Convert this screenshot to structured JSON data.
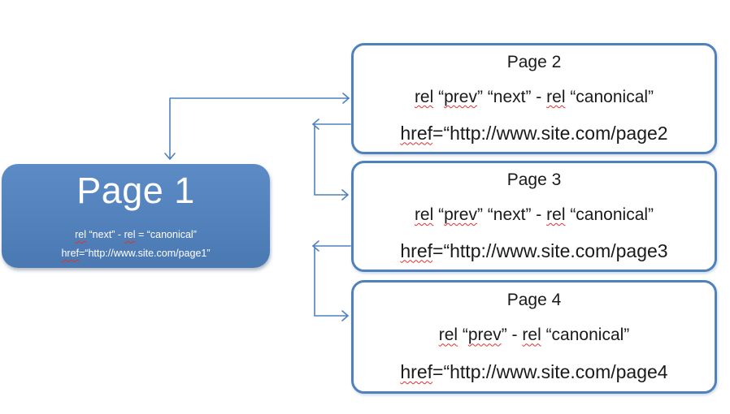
{
  "colors": {
    "accent": "#4f81bd",
    "box_fill_top": "#5c8bc6",
    "box_fill_bottom": "#4a79b2",
    "squiggle": "#e03131",
    "text_dark": "#1a1a1a",
    "text_light": "#ffffff"
  },
  "page1": {
    "title": "Page 1",
    "rel_line": [
      {
        "t": "rel",
        "sq": true
      },
      {
        "t": " “next” - ",
        "sq": false
      },
      {
        "t": "rel",
        "sq": true
      },
      {
        "t": " = “canonical”",
        "sq": false
      }
    ],
    "href_line": [
      {
        "t": "href",
        "sq": true
      },
      {
        "t": "=“http://www.site.com/page1”",
        "sq": false
      }
    ]
  },
  "pages": [
    {
      "title": "Page 2",
      "rel_line": [
        {
          "t": "rel",
          "sq": true
        },
        {
          "t": " “",
          "sq": false
        },
        {
          "t": "prev",
          "sq": true
        },
        {
          "t": "” “next” - ",
          "sq": false
        },
        {
          "t": "rel",
          "sq": true
        },
        {
          "t": " “canonical”",
          "sq": false
        }
      ],
      "href_line": [
        {
          "t": "href",
          "sq": true
        },
        {
          "t": "=“http://www.site.com/page2",
          "sq": false
        }
      ]
    },
    {
      "title": "Page 3",
      "rel_line": [
        {
          "t": "rel",
          "sq": true
        },
        {
          "t": " “",
          "sq": false
        },
        {
          "t": "prev",
          "sq": true
        },
        {
          "t": "” “next” - ",
          "sq": false
        },
        {
          "t": "rel",
          "sq": true
        },
        {
          "t": " “canonical”",
          "sq": false
        }
      ],
      "href_line": [
        {
          "t": "href",
          "sq": true
        },
        {
          "t": "=“http://www.site.com/page3",
          "sq": false
        }
      ]
    },
    {
      "title": "Page 4",
      "rel_line": [
        {
          "t": "rel",
          "sq": true
        },
        {
          "t": " “",
          "sq": false
        },
        {
          "t": "prev",
          "sq": true
        },
        {
          "t": "” - ",
          "sq": false
        },
        {
          "t": "rel",
          "sq": true
        },
        {
          "t": " “canonical”",
          "sq": false
        }
      ],
      "href_line": [
        {
          "t": "href",
          "sq": true
        },
        {
          "t": "=“http://www.site.com/page4",
          "sq": false
        }
      ]
    }
  ],
  "arrows": [
    {
      "id": "connector-page1-page2",
      "heads": [
        "page1-top",
        "page2-left"
      ],
      "style": "open-elbow"
    },
    {
      "id": "connector-page2-page3",
      "heads": [
        "left-of-page2",
        "page3-left"
      ],
      "style": "open-elbow"
    },
    {
      "id": "connector-page3-page4",
      "heads": [
        "left-of-page3",
        "page4-left"
      ],
      "style": "open-elbow"
    }
  ]
}
